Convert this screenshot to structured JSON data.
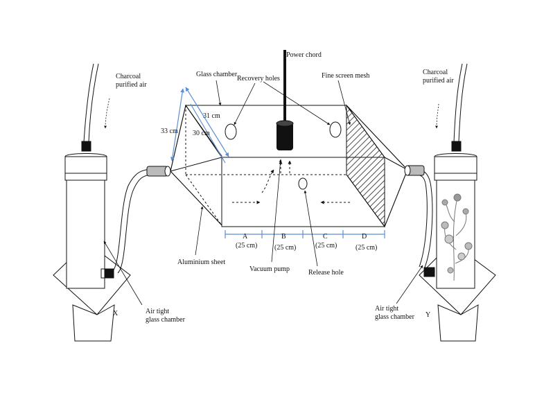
{
  "labels": {
    "power_chord": "Power chord",
    "charcoal_left_1": "Charcoal",
    "charcoal_left_2": "purified air",
    "charcoal_right_1": "Charcoal",
    "charcoal_right_2": "purified air",
    "glass_chamber": "Glass chamber",
    "recovery_holes": "Recovery holes",
    "fine_screen_mesh": "Fine screen mesh",
    "dim_31": "31 cm",
    "dim_33": "33 cm",
    "dim_30": "30 cm",
    "section_a": "A",
    "section_b": "B",
    "section_c": "C",
    "section_d": "D",
    "len_a": "(25 cm)",
    "len_b": "(25 cm)",
    "len_c": "(25 cm)",
    "len_d": "(25 cm)",
    "aluminium_sheet": "Aluminium sheet",
    "vacuum_pump": "Vacuum pump",
    "release_hole": "Release hole",
    "air_tight_left_1": "Air tight",
    "air_tight_left_2": "glass chamber",
    "air_tight_right_1": "Air tight",
    "air_tight_right_2": "glass chamber",
    "chamber_x": "X",
    "chamber_y": "Y"
  },
  "colors": {
    "line": "#111111",
    "dimension_arrow": "#5b8fd6",
    "mesh": "#222222",
    "plant": "#777777"
  },
  "icons": {
    "vacuum_pump": "cylinder-pump-icon",
    "valves": "valve-icon",
    "plant": "plant-icon"
  }
}
